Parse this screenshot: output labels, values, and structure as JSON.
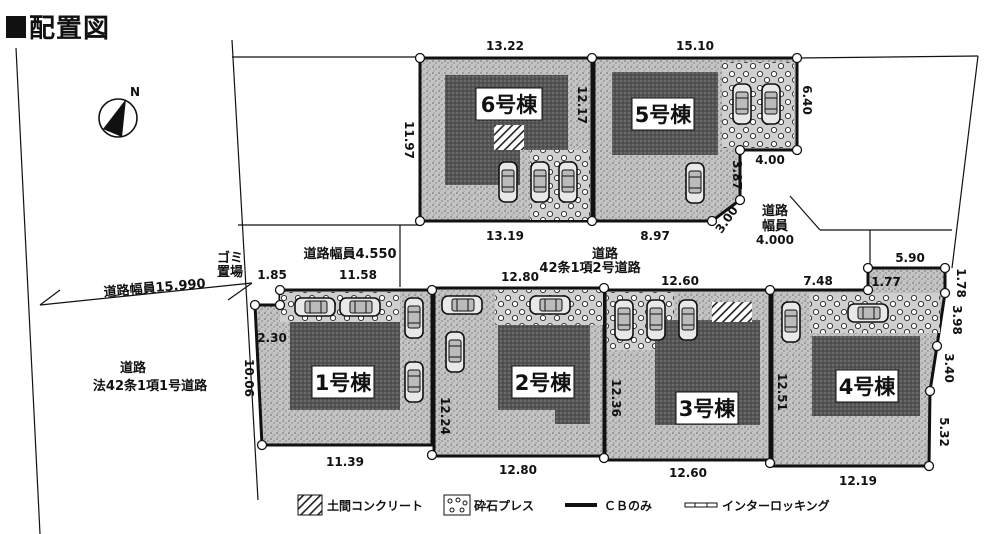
{
  "title": "配置図",
  "compass": {
    "label": "N",
    "icon": "north-arrow-icon"
  },
  "colors": {
    "line": "#111111",
    "lot_fill": "#bdbdbd",
    "building_fill": "#5a5a5a",
    "label_bg": "#ffffff"
  },
  "roads": {
    "main": {
      "name": "道路",
      "type": "法42条1項1号道路",
      "width_label": "道路幅員15.990"
    },
    "private": {
      "name": "道路",
      "type": "42条1項2号道路",
      "width_label": "道路幅員4.550"
    },
    "branch": {
      "line1": "道路",
      "line2": "幅員",
      "width": "4.000"
    },
    "garbage": {
      "line1": "ゴミ",
      "line2": "置場"
    }
  },
  "houses": [
    {
      "id": "1",
      "label": "1号棟"
    },
    {
      "id": "2",
      "label": "2号棟"
    },
    {
      "id": "3",
      "label": "3号棟"
    },
    {
      "id": "4",
      "label": "4号棟"
    },
    {
      "id": "5",
      "label": "5号棟"
    },
    {
      "id": "6",
      "label": "6号棟"
    }
  ],
  "dimensions": {
    "lot6_top": "13.22",
    "lot5_top": "15.10",
    "lot6_left": "11.97",
    "lot6_right": "12.17",
    "lot5_right": "6.40",
    "lot5_notch": "4.00",
    "lot5_diag": "3.87",
    "lot5_corner": "3.00",
    "lot6_bottom": "13.19",
    "lot5_bottom": "8.97",
    "lot1_top_a": "1.85",
    "lot1_top_b": "11.58",
    "lot1_left_a": "2.30",
    "lot1_left": "10.06",
    "lot2_top": "12.80",
    "lot3_top": "12.60",
    "lot4_top": "7.48",
    "lot4_ext_top": "5.90",
    "lot4_ext_inner": "1.77",
    "lot4_right_a": "1.78",
    "lot4_right_b": "3.98",
    "lot4_right_c": "3.40",
    "lot4_right_d": "5.32",
    "lot2_left": "12.24",
    "lot3_left": "12.36",
    "lot4_left": "12.51",
    "lot1_bottom": "11.39",
    "lot2_bottom": "12.80",
    "lot3_bottom": "12.60",
    "lot4_bottom": "12.19"
  },
  "legend": [
    {
      "key": "concrete",
      "label": "土間コンクリート",
      "icon": "hatch-pattern-icon"
    },
    {
      "key": "gravel",
      "label": "砕石プレス",
      "icon": "gravel-pattern-icon"
    },
    {
      "key": "cb",
      "label": "ＣＢのみ",
      "icon": "thick-line-icon"
    },
    {
      "key": "interlocking",
      "label": "インターロッキング",
      "icon": "interlocking-line-icon"
    }
  ]
}
